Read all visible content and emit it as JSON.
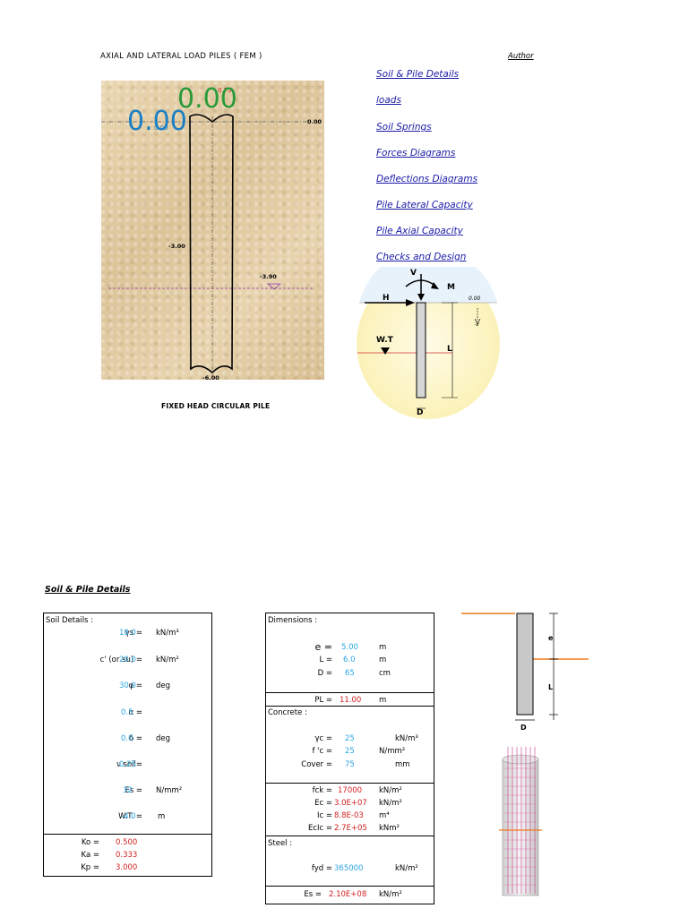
{
  "header": {
    "title": "AXIAL AND LATERAL LOAD PILES ( FEM )",
    "author": "Author"
  },
  "nav": [
    "Soil & Pile Details",
    "loads",
    "Soil Springs",
    "Forces Diagrams",
    "Deflections Diagrams",
    "Pile Lateral Capacity",
    "Pile Axial Capacity",
    "Checks and Design"
  ],
  "pile_figure": {
    "big_top_green": "0.00",
    "big_left_blue": "0.00",
    "small_red_top": "0.75",
    "small_blue_left": "0.00",
    "level_top": "0.00",
    "level_mid": "-3.00",
    "level_wt": "-3.90",
    "level_bottom": "-6.00",
    "caption": "FIXED HEAD CIRCULAR PILE",
    "colors": {
      "green": "#2a9a3a",
      "blue": "#1a7fc4",
      "red": "#d42020",
      "sand": "#e3cda4"
    }
  },
  "schematic": {
    "V": "V",
    "M": "M",
    "H": "H",
    "L": "L",
    "D": "D",
    "WT": "W.T",
    "zero": "0.00",
    "z": "-z"
  },
  "section_title": "Soil & Pile Details",
  "soil": {
    "heading": "Soil Details :",
    "rows": [
      {
        "label": "γs =",
        "value": "18.0",
        "unit": "kN/m³"
      },
      {
        "label": "c' (or su) =",
        "value": "20.0",
        "unit": "kN/m²"
      },
      {
        "label": "φ =",
        "value": "30.0",
        "unit": "deg"
      },
      {
        "label": "α =",
        "value": "0.5",
        "unit": ""
      },
      {
        "label": "δ =",
        "value": "0.0",
        "unit": "deg"
      },
      {
        "label": "ν soil=",
        "value": "0.25",
        "unit": ""
      },
      {
        "label": "Es =",
        "value": "32",
        "unit": "N/mm²"
      },
      {
        "label": "W.T. =",
        "value": "-4.0",
        "unit": "m"
      }
    ],
    "coef": [
      {
        "label": "Ko =",
        "value": "0.500"
      },
      {
        "label": "Ka =",
        "value": "0.333"
      },
      {
        "label": "Kp =",
        "value": "3.000"
      }
    ]
  },
  "dims": {
    "heading": "Dimensions :",
    "rows": [
      {
        "label": "e =",
        "value": "5.00",
        "unit": "m"
      },
      {
        "label": "L =",
        "value": "6.0",
        "unit": "m"
      },
      {
        "label": "D =",
        "value": "65",
        "unit": "cm"
      }
    ],
    "pl": {
      "label": "PL =",
      "value": "11.00",
      "unit": "m"
    },
    "concrete_heading": "Concrete :",
    "concrete": [
      {
        "label": "γc =",
        "value": "25",
        "unit": "kN/m³"
      },
      {
        "label": "f 'c =",
        "value": "25",
        "unit": "N/mm²"
      },
      {
        "label": "Cover =",
        "value": "75",
        "unit": "mm"
      }
    ],
    "derived": [
      {
        "label": "fck =",
        "value": "17000",
        "unit": "kN/m²"
      },
      {
        "label": "Ec =",
        "value": "3.0E+07",
        "unit": "kN/m²"
      },
      {
        "label": "Ic =",
        "value": "8.8E-03",
        "unit": "m⁴"
      },
      {
        "label": "EcIc =",
        "value": "2.7E+05",
        "unit": "kNm²"
      }
    ],
    "steel_heading": "Steel :",
    "fyd": {
      "label": "fyd =",
      "value": "365000",
      "unit": "kN/m²"
    },
    "es": {
      "label": "Es =",
      "value": "2.10E+08",
      "unit": "kN/m²"
    }
  },
  "small_fig": {
    "e": "e",
    "L": "L",
    "D": "D"
  }
}
